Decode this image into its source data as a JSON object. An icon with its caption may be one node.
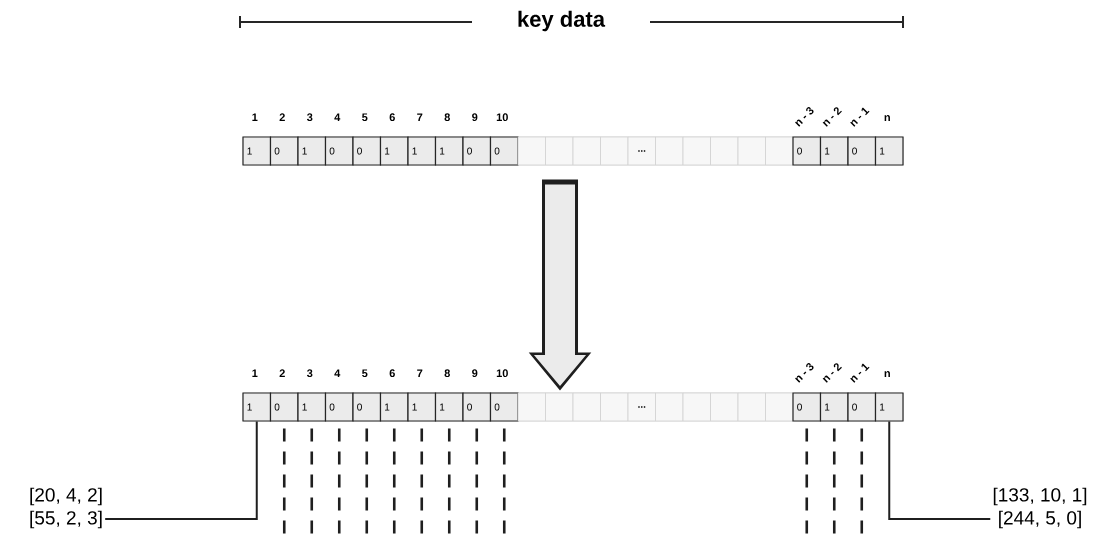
{
  "diagram": {
    "labels": [
      "key data"
    ],
    "nodes": [
      {
        "text": [],
        "shape": "bar"
      },
      {
        "text": [
          "1"
        ],
        "in": 0,
        "beside": [
          "1"
        ]
      },
      {
        "text": [
          "0"
        ],
        "in": 0,
        "beside": [
          "2"
        ]
      },
      {
        "text": [
          "1"
        ],
        "in": 0,
        "beside": [
          "3"
        ]
      },
      {
        "text": [
          "0"
        ],
        "in": 0,
        "beside": [
          "4"
        ]
      },
      {
        "text": [
          "0"
        ],
        "in": 0,
        "beside": [
          "5"
        ]
      },
      {
        "text": [
          "1"
        ],
        "in": 0,
        "beside": [
          "6"
        ]
      },
      {
        "text": [
          "1"
        ],
        "in": 0,
        "beside": [
          "7"
        ]
      },
      {
        "text": [
          "1"
        ],
        "in": 0,
        "beside": [
          "8"
        ]
      },
      {
        "text": [
          "0"
        ],
        "in": 0,
        "beside": [
          "9"
        ]
      },
      {
        "text": [
          "0"
        ],
        "in": 0,
        "beside": [
          "10"
        ]
      },
      {
        "text": [],
        "shape": "box",
        "in": 0
      },
      {
        "text": [],
        "shape": "box",
        "in": 0
      },
      {
        "text": [],
        "shape": "box",
        "in": 0
      },
      {
        "text": [],
        "shape": "box",
        "in": 0
      },
      {
        "text": [
          "..."
        ],
        "in": 0
      },
      {
        "text": [],
        "shape": "box",
        "in": 0
      },
      {
        "text": [],
        "shape": "box",
        "in": 0
      },
      {
        "text": [],
        "shape": "box",
        "in": 0
      },
      {
        "text": [],
        "shape": "box",
        "in": 0
      },
      {
        "text": [],
        "shape": "box",
        "in": 0
      },
      {
        "text": [
          "0"
        ],
        "in": 0,
        "beside": [
          "n - 3"
        ]
      },
      {
        "text": [
          "1"
        ],
        "in": 0,
        "beside": [
          "n - 2"
        ]
      },
      {
        "text": [
          "0"
        ],
        "in": 0,
        "beside": [
          "n - 1"
        ]
      },
      {
        "text": [
          "1"
        ],
        "in": 0,
        "beside": [
          "n"
        ]
      },
      {
        "text": [],
        "shape": "bar"
      },
      {
        "text": [
          "1"
        ],
        "in": 25,
        "beside": [
          "1"
        ]
      },
      {
        "text": [
          "0"
        ],
        "in": 25,
        "beside": [
          "2"
        ]
      },
      {
        "text": [
          "1"
        ],
        "in": 25,
        "beside": [
          "3"
        ]
      },
      {
        "text": [
          "0"
        ],
        "in": 25,
        "beside": [
          "4"
        ]
      },
      {
        "text": [
          "0"
        ],
        "in": 25,
        "beside": [
          "5"
        ]
      },
      {
        "text": [
          "1"
        ],
        "in": 25,
        "beside": [
          "6"
        ]
      },
      {
        "text": [
          "1"
        ],
        "in": 25,
        "beside": [
          "7"
        ]
      },
      {
        "text": [
          "1"
        ],
        "in": 25,
        "beside": [
          "8"
        ]
      },
      {
        "text": [
          "0"
        ],
        "in": 25,
        "beside": [
          "9"
        ]
      },
      {
        "text": [
          "0"
        ],
        "in": 25,
        "beside": [
          "10"
        ]
      },
      {
        "text": [],
        "shape": "box",
        "in": 25
      },
      {
        "text": [],
        "shape": "box",
        "in": 25
      },
      {
        "text": [],
        "shape": "box",
        "in": 25
      },
      {
        "text": [],
        "shape": "box",
        "in": 25
      },
      {
        "text": [
          "..."
        ],
        "in": 25
      },
      {
        "text": [],
        "shape": "box",
        "in": 25
      },
      {
        "text": [],
        "shape": "box",
        "in": 25
      },
      {
        "text": [],
        "shape": "box",
        "in": 25
      },
      {
        "text": [],
        "shape": "box",
        "in": 25
      },
      {
        "text": [],
        "shape": "box",
        "in": 25
      },
      {
        "text": [
          "0"
        ],
        "in": 25,
        "beside": [
          "n - 3"
        ]
      },
      {
        "text": [
          "1"
        ],
        "in": 25,
        "beside": [
          "n - 2"
        ]
      },
      {
        "text": [
          "0"
        ],
        "in": 25,
        "beside": [
          "n - 1"
        ]
      },
      {
        "text": [
          "1"
        ],
        "in": 25,
        "beside": [
          "n"
        ]
      },
      {
        "text": [
          "[20, 4, 2]",
          "[55, 2, 3]"
        ]
      },
      {
        "text": [
          "[133, 10, 1]",
          "[244, 5, 0]"
        ]
      }
    ],
    "edges": [
      {
        "from": 0,
        "to": 25,
        "arrow": "to",
        "style": "thick"
      },
      {
        "from": 26,
        "to": 50,
        "arrow": "none"
      },
      {
        "from": 49,
        "to": 51,
        "arrow": "none"
      },
      {
        "from": 27,
        "to": null,
        "arrow": "none",
        "style": "dashed"
      },
      {
        "from": 28,
        "to": null,
        "arrow": "none",
        "style": "dashed"
      },
      {
        "from": 29,
        "to": null,
        "arrow": "none",
        "style": "dashed"
      },
      {
        "from": 30,
        "to": null,
        "arrow": "none",
        "style": "dashed"
      },
      {
        "from": 31,
        "to": null,
        "arrow": "none",
        "style": "dashed"
      },
      {
        "from": 32,
        "to": null,
        "arrow": "none",
        "style": "dashed"
      },
      {
        "from": 33,
        "to": null,
        "arrow": "none",
        "style": "dashed"
      },
      {
        "from": 34,
        "to": null,
        "arrow": "none",
        "style": "dashed"
      },
      {
        "from": 35,
        "to": null,
        "arrow": "none",
        "style": "dashed"
      },
      {
        "from": 46,
        "to": null,
        "arrow": "none",
        "style": "dashed"
      },
      {
        "from": 47,
        "to": null,
        "arrow": "none",
        "style": "dashed"
      },
      {
        "from": 48,
        "to": null,
        "arrow": "none",
        "style": "dashed"
      }
    ]
  }
}
